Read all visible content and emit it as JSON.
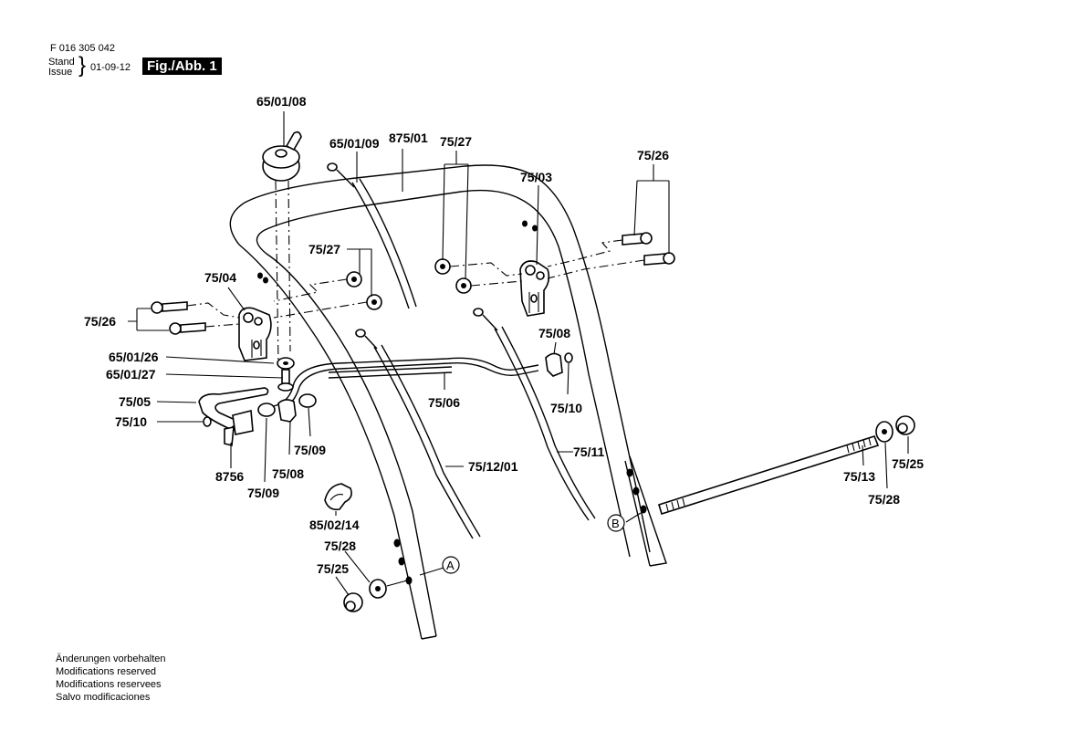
{
  "header": {
    "doc_number": "F 016 305 042",
    "stand_label": "Stand",
    "issue_label": "Issue",
    "brace": "}",
    "issue_date": "01-09-12",
    "figure_label": "Fig./Abb. 1"
  },
  "footer": {
    "lines": [
      "Änderungen vorbehalten",
      "Modifications reserved",
      "Modifications reservees",
      "Salvo modificaciones"
    ]
  },
  "callouts": {
    "p65_01_08": "65/01/08",
    "p65_01_09": "65/01/09",
    "p875_01": "875/01",
    "p75_27_top": "75/27",
    "p75_03": "75/03",
    "p75_26_right": "75/26",
    "p75_27_left": "75/27",
    "p75_04": "75/04",
    "p75_26_left": "75/26",
    "p65_01_26": "65/01/26",
    "p65_01_27": "65/01/27",
    "p75_05": "75/05",
    "p75_10_left": "75/10",
    "p8756": "8756",
    "p75_09_a": "75/09",
    "p75_08_left": "75/08",
    "p75_09_b": "75/09",
    "p75_06": "75/06",
    "p75_08_right": "75/08",
    "p75_10_right": "75/10",
    "p75_11": "75/11",
    "p75_12_01": "75/12/01",
    "p85_02_14": "85/02/14",
    "p75_28_left": "75/28",
    "p75_25_left": "75/25",
    "p75_13": "75/13",
    "p75_25_right": "75/25",
    "p75_28_right": "75/28",
    "ref_a": "A",
    "ref_b": "B"
  }
}
